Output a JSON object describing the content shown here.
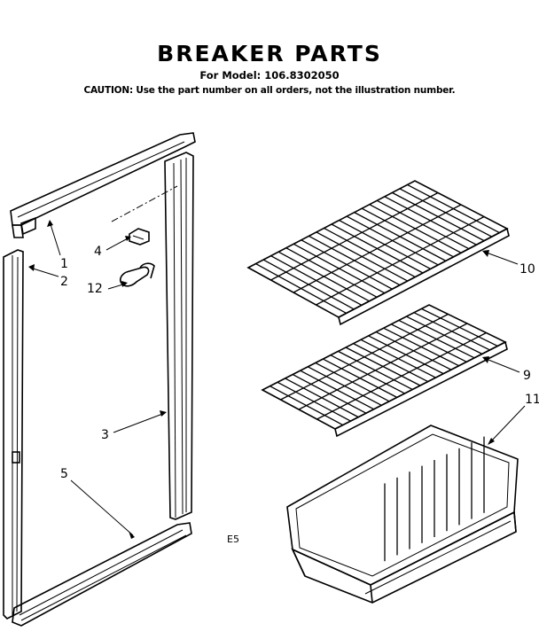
{
  "header": {
    "title": "BREAKER PARTS",
    "model": "For Model: 106.8302050",
    "caution": "CAUTION: Use the part number on all orders, not the illustration number."
  },
  "callouts": {
    "c1": "1",
    "c2": "2",
    "c3": "3",
    "c4": "4",
    "c5": "5",
    "c9": "9",
    "c10": "10",
    "c11": "11",
    "c12": "12"
  },
  "page_code": "E5"
}
